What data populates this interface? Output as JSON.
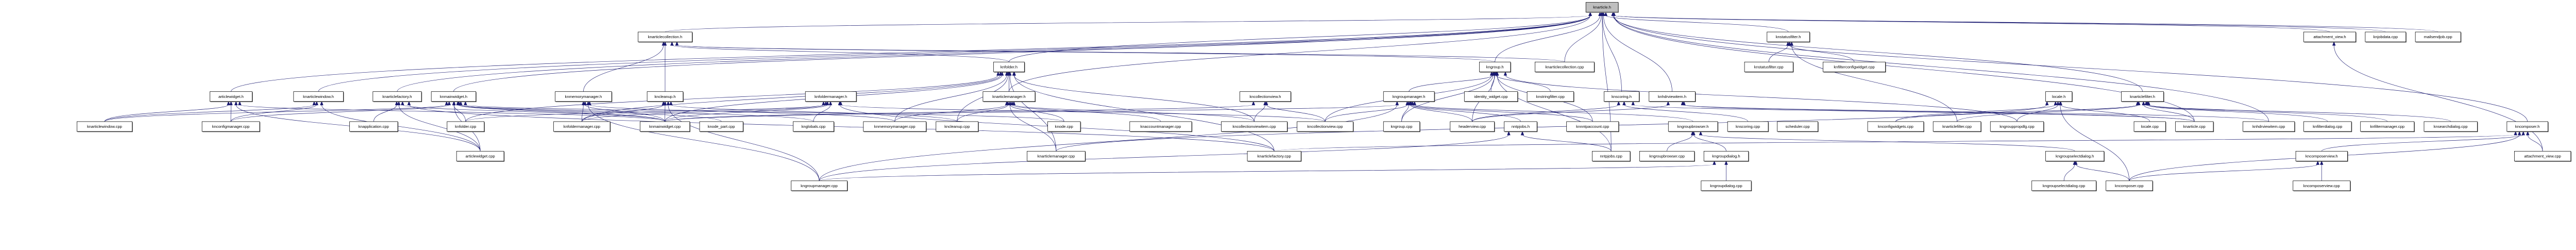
{
  "graph": {
    "root": "knarticle.h",
    "edge_color": "#191970",
    "root_fill": "#bfbfbf",
    "node_fill": "#ffffff",
    "nodes": [
      "knarticle.h",
      "knarticlecollection.h",
      "knstatusfilter.h",
      "attachment_view.h",
      "knjobdata.cpp",
      "mailsendjob.cpp",
      "knfolder.h",
      "kngroup.h",
      "knarticlecollection.cpp",
      "knstatusfilter.cpp",
      "knfilterconfigwidget.cpp",
      "articlewidget.h",
      "knarticlewindow.h",
      "knarticlefactory.h",
      "knmainwidget.h",
      "knmemorymanager.h",
      "kncleanup.h",
      "knfoldermanager.h",
      "knarticlemanager.h",
      "kncollectionview.h",
      "kngroupmanager.h",
      "identity_widget.cpp",
      "knstringfilter.cpp",
      "knscoring.h",
      "knhdrviewitem.h",
      "locale.h",
      "knarticlefilter.h",
      "knarticlewindow.cpp",
      "knconfigmanager.cpp",
      "knapplication.cpp",
      "knfolder.cpp",
      "knfoldermanager.cpp",
      "knmainwidget.cpp",
      "knode_part.cpp",
      "knglobals.cpp",
      "knmemorymanager.cpp",
      "kncleanup.cpp",
      "knode.cpp",
      "knaccountmanager.cpp",
      "kncollectionviewitem.cpp",
      "kncollectionview.cpp",
      "kngroup.cpp",
      "headerview.cpp",
      "nntpjobs.h",
      "knnntpaccount.cpp",
      "kngroupbrowser.h",
      "knscoring.cpp",
      "scheduler.cpp",
      "knconfigwidgets.cpp",
      "knarticlefilter.cpp",
      "kngrouppropdlg.cpp",
      "locale.cpp",
      "knarticle.cpp",
      "knhdrviewitem.cpp",
      "knfilterdialog.cpp",
      "knfiltermanager.cpp",
      "knsearchdialog.cpp",
      "kncomposer.h",
      "articlewidget.cpp",
      "knarticlemanager.cpp",
      "knarticlefactory.cpp",
      "nntpjobs.cpp",
      "kngroupbrowser.cpp",
      "kngroupdialog.h",
      "kngroupselectdialog.h",
      "kncomposerview.h",
      "attachment_view.cpp",
      "kngroupmanager.cpp",
      "kngroupdialog.cpp",
      "kngroupselectdialog.cpp",
      "kncomposer.cpp",
      "kncomposerview.cpp"
    ],
    "edges": [
      [
        "kngroup.h",
        "knarticle.h"
      ],
      [
        "knarticlecollection.cpp",
        "knarticle.h"
      ],
      [
        "knscoring.h",
        "knarticle.h"
      ],
      [
        "knhdrviewitem.h",
        "knarticle.h"
      ],
      [
        "knarticlecollection.h",
        "knarticle.h"
      ],
      [
        "knfolder.h",
        "knarticle.h"
      ],
      [
        "knstatusfilter.h",
        "knarticle.h"
      ],
      [
        "attachment_view.h",
        "knarticle.h"
      ],
      [
        "knjobdata.cpp",
        "knarticle.h"
      ],
      [
        "mailsendjob.cpp",
        "knarticle.h"
      ],
      [
        "kncomposer.h",
        "knarticle.h"
      ],
      [
        "articlewidget.h",
        "knarticle.h"
      ],
      [
        "knarticlewindow.h",
        "knarticle.h"
      ],
      [
        "knarticlefactory.h",
        "knarticle.h"
      ],
      [
        "knmainwidget.h",
        "knarticle.h"
      ],
      [
        "knarticlemanager.h",
        "knarticle.h"
      ],
      [
        "nntpjobs.cpp",
        "knarticle.h"
      ],
      [
        "knarticle.cpp",
        "knarticle.h"
      ],
      [
        "knarticlefilter.h",
        "knarticle.h"
      ],
      [
        "knhdrviewitem.cpp",
        "knarticle.h"
      ],
      [
        "knmemorymanager.h",
        "knarticlecollection.h"
      ],
      [
        "kncleanup.h",
        "knarticlecollection.h"
      ],
      [
        "knfolder.h",
        "knarticlecollection.h"
      ],
      [
        "kngroup.h",
        "knarticlecollection.h"
      ],
      [
        "knarticlecollection.cpp",
        "knarticlecollection.h"
      ],
      [
        "knarticlemanager.h",
        "knfolder.h"
      ],
      [
        "knmemorymanager.cpp",
        "knfolder.h"
      ],
      [
        "kncleanup.cpp",
        "knfolder.h"
      ],
      [
        "knarticlemanager.cpp",
        "knfolder.h"
      ],
      [
        "knfolder.cpp",
        "knfolder.h"
      ],
      [
        "knfoldermanager.cpp",
        "knfolder.h"
      ],
      [
        "knarticlefactory.cpp",
        "knfolder.h"
      ],
      [
        "kncollectionviewitem.cpp",
        "knfolder.h"
      ],
      [
        "knmainwidget.cpp",
        "knfolder.h"
      ],
      [
        "kngroupmanager.h",
        "kngroup.h"
      ],
      [
        "identity_widget.cpp",
        "kngroup.h"
      ],
      [
        "knstringfilter.cpp",
        "kngroup.h"
      ],
      [
        "kngroup.cpp",
        "kngroup.h"
      ],
      [
        "kncollectionview.cpp",
        "kngroup.h"
      ],
      [
        "headerview.cpp",
        "kngroup.h"
      ],
      [
        "knnntpaccount.cpp",
        "kngroup.h"
      ],
      [
        "nntpjobs.cpp",
        "kngroup.h"
      ],
      [
        "kngrouppropdlg.cpp",
        "kngroup.h"
      ],
      [
        "kngroup.cpp",
        "kngroupmanager.h"
      ],
      [
        "headerview.cpp",
        "kngroupmanager.h"
      ],
      [
        "nntpjobs.h",
        "kngroupmanager.h"
      ],
      [
        "knnntpaccount.cpp",
        "kngroupmanager.h"
      ],
      [
        "kncollectionview.cpp",
        "kngroupmanager.h"
      ],
      [
        "kngroupmanager.cpp",
        "kngroupmanager.h"
      ],
      [
        "knmainwidget.cpp",
        "kngroupmanager.h"
      ],
      [
        "kngroupbrowser.h",
        "kngroupmanager.h"
      ],
      [
        "nntpjobs.cpp",
        "nntpjobs.h"
      ],
      [
        "kngroupmanager.cpp",
        "nntpjobs.h"
      ],
      [
        "kngroupbrowser.cpp",
        "kngroupbrowser.h"
      ],
      [
        "kngroupdialog.h",
        "kngroupbrowser.h"
      ],
      [
        "kngroupselectdialog.h",
        "kngroupbrowser.h"
      ],
      [
        "kngroupdialog.cpp",
        "kngroupdialog.h"
      ],
      [
        "kngroupmanager.cpp",
        "kngroupdialog.h"
      ],
      [
        "kngroupselectdialog.cpp",
        "kngroupselectdialog.h"
      ],
      [
        "kncomposer.cpp",
        "kngroupselectdialog.h"
      ],
      [
        "knstatusfilter.cpp",
        "knstatusfilter.h"
      ],
      [
        "knfilterconfigwidget.cpp",
        "knstatusfilter.h"
      ],
      [
        "knarticlefilter.cpp",
        "knstatusfilter.h"
      ],
      [
        "kngrouppropdlg.cpp",
        "locale.h"
      ],
      [
        "knconfigwidgets.cpp",
        "locale.h"
      ],
      [
        "locale.cpp",
        "locale.h"
      ],
      [
        "kncomposer.cpp",
        "locale.h"
      ],
      [
        "knarticlemanager.cpp",
        "locale.h"
      ],
      [
        "knarticlefilter.cpp",
        "knarticlefilter.h"
      ],
      [
        "knconfigwidgets.cpp",
        "knarticlefilter.h"
      ],
      [
        "knfilterdialog.cpp",
        "knarticlefilter.h"
      ],
      [
        "knfiltermanager.cpp",
        "knarticlefilter.h"
      ],
      [
        "knsearchdialog.cpp",
        "knarticlefilter.h"
      ],
      [
        "knarticle.cpp",
        "knarticlefilter.h"
      ],
      [
        "attachment_view.cpp",
        "kncomposer.h"
      ],
      [
        "kncomposerview.h",
        "kncomposer.h"
      ],
      [
        "kncomposer.cpp",
        "kncomposer.h"
      ],
      [
        "knarticlefactory.cpp",
        "kncomposer.h"
      ],
      [
        "kncomposerview.cpp",
        "kncomposerview.h"
      ],
      [
        "kncomposer.cpp",
        "kncomposerview.h"
      ],
      [
        "attachment_view.cpp",
        "attachment_view.h"
      ],
      [
        "knscoring.cpp",
        "knscoring.h"
      ],
      [
        "knarticle.cpp",
        "knscoring.h"
      ],
      [
        "headerview.cpp",
        "knscoring.h"
      ],
      [
        "knhdrviewitem.cpp",
        "knhdrviewitem.h"
      ],
      [
        "headerview.cpp",
        "knhdrviewitem.h"
      ],
      [
        "knarticle.cpp",
        "knhdrviewitem.h"
      ],
      [
        "kncollectionviewitem.cpp",
        "kncollectionview.h"
      ],
      [
        "kncollectionview.cpp",
        "kncollectionview.h"
      ],
      [
        "knmainwidget.cpp",
        "kncollectionview.h"
      ],
      [
        "knglobals.cpp",
        "knfoldermanager.h"
      ],
      [
        "knfolder.cpp",
        "knfoldermanager.h"
      ],
      [
        "knfoldermanager.cpp",
        "knfoldermanager.h"
      ],
      [
        "knmainwidget.cpp",
        "knfoldermanager.h"
      ],
      [
        "knarticlefactory.cpp",
        "knfoldermanager.h"
      ],
      [
        "kncollectionview.cpp",
        "knfoldermanager.h"
      ],
      [
        "kncleanup.cpp",
        "kncleanup.h"
      ],
      [
        "knmainwidget.cpp",
        "kncleanup.h"
      ],
      [
        "knfoldermanager.cpp",
        "kncleanup.h"
      ],
      [
        "kngroupmanager.cpp",
        "kncleanup.h"
      ],
      [
        "knfoldermanager.cpp",
        "knmemorymanager.h"
      ],
      [
        "knmemorymanager.cpp",
        "knmemorymanager.h"
      ],
      [
        "kngroupmanager.cpp",
        "knmemorymanager.h"
      ],
      [
        "knmainwidget.cpp",
        "knmemorymanager.h"
      ],
      [
        "knarticlemanager.cpp",
        "knarticlemanager.h"
      ],
      [
        "kncleanup.cpp",
        "knarticlemanager.h"
      ],
      [
        "knmemorymanager.cpp",
        "knarticlemanager.h"
      ],
      [
        "knode.cpp",
        "knarticlemanager.h"
      ],
      [
        "kncollectionviewitem.cpp",
        "knarticlemanager.h"
      ],
      [
        "knaccountmanager.cpp",
        "knarticlemanager.h"
      ],
      [
        "knfolder.cpp",
        "knmainwidget.h"
      ],
      [
        "knmainwidget.cpp",
        "knmainwidget.h"
      ],
      [
        "knarticlewindow.cpp",
        "knmainwidget.h"
      ],
      [
        "knconfigmanager.cpp",
        "knmainwidget.h"
      ],
      [
        "articlewidget.cpp",
        "knmainwidget.h"
      ],
      [
        "knode_part.cpp",
        "knmainwidget.h"
      ],
      [
        "knglobals.cpp",
        "knmainwidget.h"
      ],
      [
        "knode.cpp",
        "knmainwidget.h"
      ],
      [
        "knapplication.cpp",
        "knarticlefactory.h"
      ],
      [
        "knarticlefactory.cpp",
        "knarticlefactory.h"
      ],
      [
        "articlewidget.cpp",
        "knarticlefactory.h"
      ],
      [
        "knmainwidget.cpp",
        "knarticlefactory.h"
      ],
      [
        "knarticlewindow.cpp",
        "knarticlewindow.h"
      ],
      [
        "knconfigmanager.cpp",
        "knarticlewindow.h"
      ],
      [
        "articlewidget.cpp",
        "knarticlewindow.h"
      ],
      [
        "knarticlewindow.cpp",
        "articlewidget.h"
      ],
      [
        "knconfigmanager.cpp",
        "articlewidget.h"
      ],
      [
        "articlewidget.cpp",
        "articlewidget.h"
      ],
      [
        "knmainwidget.cpp",
        "articlewidget.h"
      ]
    ]
  }
}
